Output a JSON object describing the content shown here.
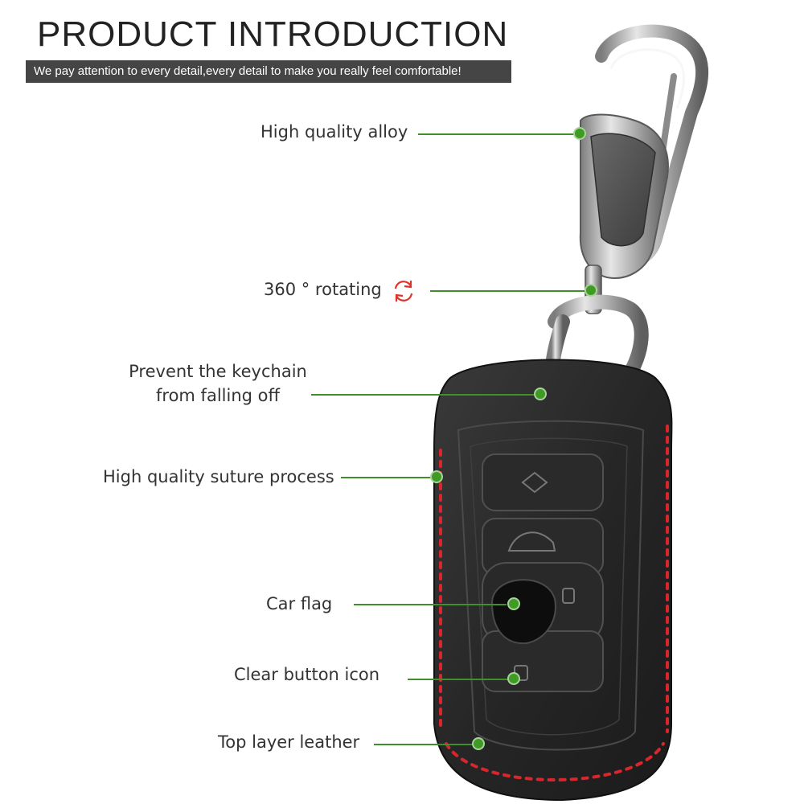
{
  "header": {
    "title": "PRODUCT INTRODUCTION",
    "subtitle": "We pay attention to every detail,every detail to make you really feel comfortable!"
  },
  "features": [
    {
      "label": "High quality alloy"
    },
    {
      "label": "360 ° rotating",
      "icon": "rotate-icon",
      "icon_color": "#e0322b"
    },
    {
      "label_line1": "Prevent the keychain",
      "label_line2": "from falling off"
    },
    {
      "label": "High quality suture process"
    },
    {
      "label": "Car flag"
    },
    {
      "label": "Clear button icon"
    },
    {
      "label": "Top layer leather"
    }
  ],
  "colors": {
    "marker": "#3f9b23",
    "leader_line": "#3f8f2a",
    "stitch": "#d9262c",
    "leather": "#2a2a2a",
    "metal": "#b9b9b9",
    "subtitle_bar": "#454545"
  }
}
